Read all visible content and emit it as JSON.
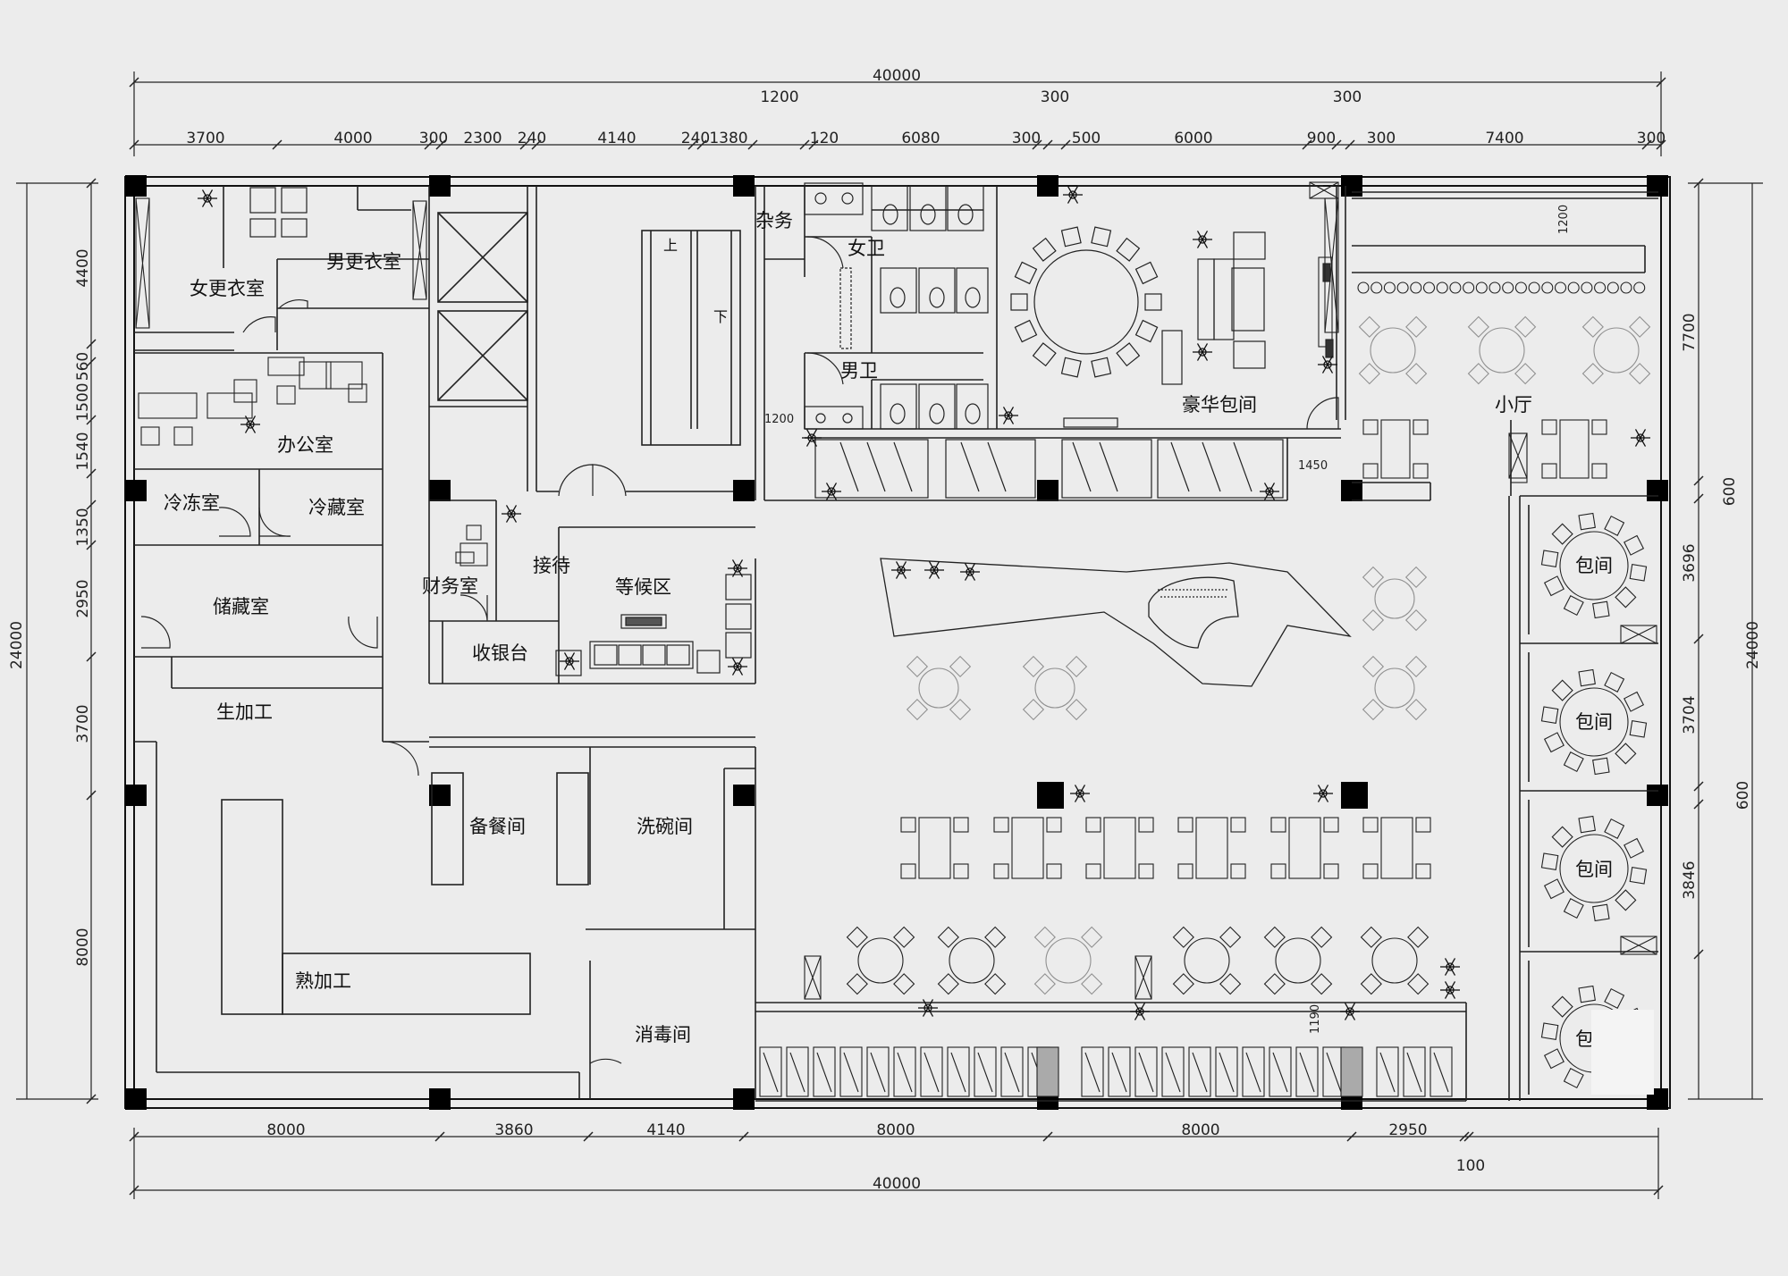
{
  "drawing": {
    "overall_width_top": "40000",
    "overall_width_bottom": "40000",
    "overall_height_left": "24000",
    "overall_height_right": "24000"
  },
  "top_dims_upper": [
    "1200",
    "300",
    "300"
  ],
  "top_dims": [
    "3700",
    "4000",
    "300",
    "2300",
    "240",
    "4140",
    "240",
    "1380",
    "120",
    "6080",
    "300",
    "500",
    "6000",
    "900",
    "300",
    "7400",
    "300"
  ],
  "bottom_dims": [
    "8000",
    "3860",
    "4140",
    "8000",
    "8000",
    "2950",
    "100"
  ],
  "left_dims": [
    "4400",
    "560",
    "1500",
    "1540",
    "1350",
    "2950",
    "3700",
    "8000"
  ],
  "right_dims": [
    "7700",
    "600",
    "3696",
    "3704",
    "600",
    "3846"
  ],
  "rooms": {
    "female_locker": "女更衣室",
    "male_locker": "男更衣室",
    "office": "办公室",
    "freezer": "冷冻室",
    "cold_storage": "冷藏室",
    "storage": "储藏室",
    "raw_processing": "生加工",
    "hot_processing": "熟加工",
    "finance": "财务室",
    "reception": "接待",
    "waiting": "等候区",
    "cashier": "收银台",
    "prep_room": "备餐间",
    "dishwashing": "洗碗间",
    "disinfection": "消毒间",
    "misc": "杂务",
    "female_wc": "女卫",
    "male_wc": "男卫",
    "luxury_room": "豪华包间",
    "small_hall": "小厅",
    "private_room_1": "包间",
    "private_room_2": "包间",
    "private_room_3": "包间",
    "private_room_4": "包"
  },
  "notes": {
    "stair_up": "上",
    "stair_down": "下",
    "corridor_width": "1200",
    "hall_width": "1200",
    "door_offset": "1450",
    "screen_depth": "1190"
  }
}
